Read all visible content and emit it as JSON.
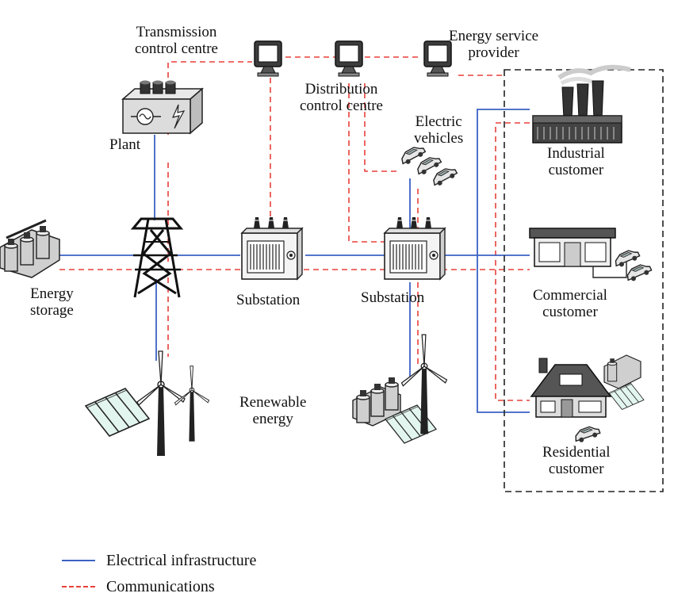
{
  "labels": {
    "transmission_control": [
      "Transmission",
      "control centre"
    ],
    "distribution_control": [
      "Distribution",
      "control centre"
    ],
    "energy_service": [
      "Energy service",
      "provider"
    ],
    "plant": "Plant",
    "electric_vehicles": [
      "Electric",
      "vehicles"
    ],
    "industrial": [
      "Industrial",
      "customer"
    ],
    "energy_storage": [
      "Energy",
      "storage"
    ],
    "substation_1": "Substation",
    "substation_2": "Substation",
    "commercial": [
      "Commercial",
      "customer"
    ],
    "renewable": [
      "Renewable",
      "energy"
    ],
    "residential": [
      "Residential",
      "customer"
    ]
  },
  "legend": {
    "electrical": "Electrical infrastructure",
    "communications": "Communications"
  },
  "colors": {
    "electrical": "#3a62c4",
    "communications": "#e8403a",
    "customer_box": "#222222"
  },
  "icons": {
    "monitor": "computer-monitor-icon",
    "plant": "power-plant-icon",
    "tower": "transmission-tower-icon",
    "substation": "transformer-icon",
    "factory": "factory-icon",
    "shop": "commercial-building-icon",
    "house": "house-icon",
    "battery": "battery-storage-icon",
    "solar": "solar-panel-icon",
    "turbine": "wind-turbine-icon",
    "car": "electric-car-icon"
  }
}
